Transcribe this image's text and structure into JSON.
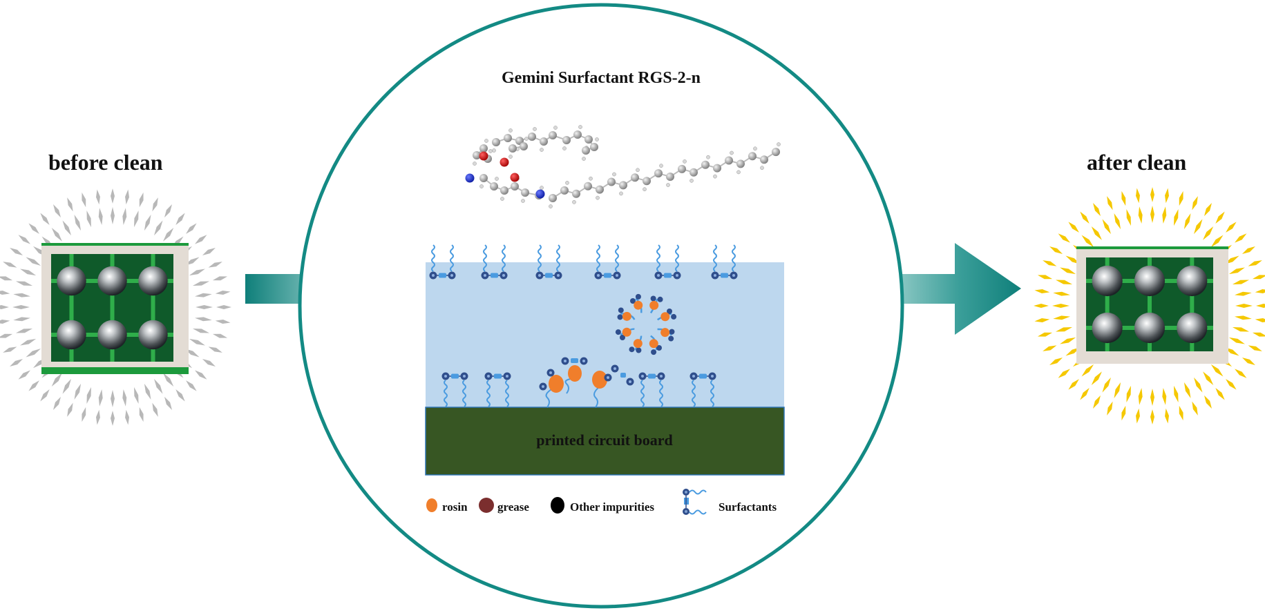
{
  "figure": {
    "left_panel": {
      "title": "before clean",
      "ray_color": "#b8b8b8"
    },
    "right_panel": {
      "title": "after clean",
      "ray_color": "#f5c800"
    },
    "center_panel": {
      "title": "Gemini Surfactant RGS-2-n",
      "substrate_label": "printed circuit board",
      "ring_color": "#138a84",
      "water_color": "#bdd7ee",
      "pcb_color": "#375623",
      "surfactant_head_color": "#2f4e8c",
      "surfactant_tail_color": "#4a9be0",
      "rosin_color": "#f07e2b"
    },
    "arrow_color": "#168a84",
    "legend": [
      {
        "icon": "rosin-dot-icon",
        "label": "rosin",
        "color": "#f07e2b"
      },
      {
        "icon": "grease-dot-icon",
        "label": "grease",
        "color": "#7b2e2e"
      },
      {
        "icon": "impurity-dot-icon",
        "label": "Other impurities",
        "color": "#000000"
      },
      {
        "icon": "surfactant-icon",
        "label": "Surfactants",
        "color": "#4a9be0"
      }
    ]
  }
}
